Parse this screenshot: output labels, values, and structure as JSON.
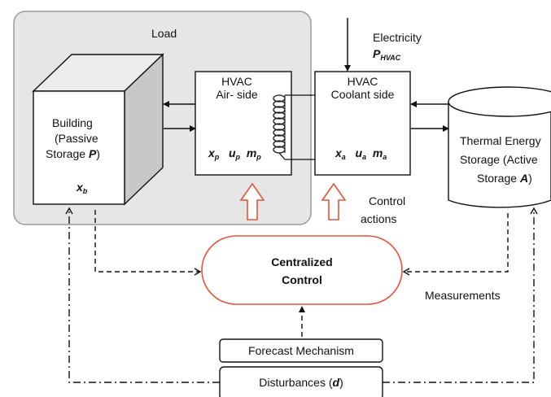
{
  "load": {
    "title": "Load"
  },
  "building": {
    "line1": "Building",
    "line2_prefix": "(Passive",
    "line3_prefix": "Storage ",
    "line3_var": "P",
    "line3_suffix": ")",
    "state": "x",
    "state_sub": "b"
  },
  "hvac_air": {
    "line1": "HVAC",
    "line2": "Air- side",
    "x": "x",
    "x_sub": "p",
    "u": "u",
    "u_sub": "p",
    "m": "m",
    "m_sub": "p"
  },
  "hvac_coolant": {
    "line1": "HVAC",
    "line2": "Coolant side",
    "x": "x",
    "x_sub": "a",
    "u": "u",
    "u_sub": "a",
    "m": "m",
    "m_sub": "a"
  },
  "electricity": {
    "label": "Electricity",
    "var": "P",
    "var_sub": "HVAC"
  },
  "thermal_storage": {
    "line1": "Thermal Energy",
    "line2": "Storage (Active",
    "line3_prefix": "Storage ",
    "line3_var": "A",
    "line3_suffix": ")"
  },
  "control_actions": {
    "line1": "Control",
    "line2": "actions"
  },
  "centralized_control": {
    "line1": "Centralized",
    "line2": "Control"
  },
  "measurements": {
    "label": "Measurements"
  },
  "forecast": {
    "label": "Forecast Mechanism"
  },
  "disturbances": {
    "prefix": "Disturbances (",
    "var": "d",
    "suffix": ")"
  },
  "colors": {
    "load_fill": "#e6e6e6",
    "load_border": "#9a9a9a",
    "control_accent": "#e8513a",
    "line": "#111111",
    "building_side": "#c8c8c8",
    "building_top": "#ececec"
  }
}
